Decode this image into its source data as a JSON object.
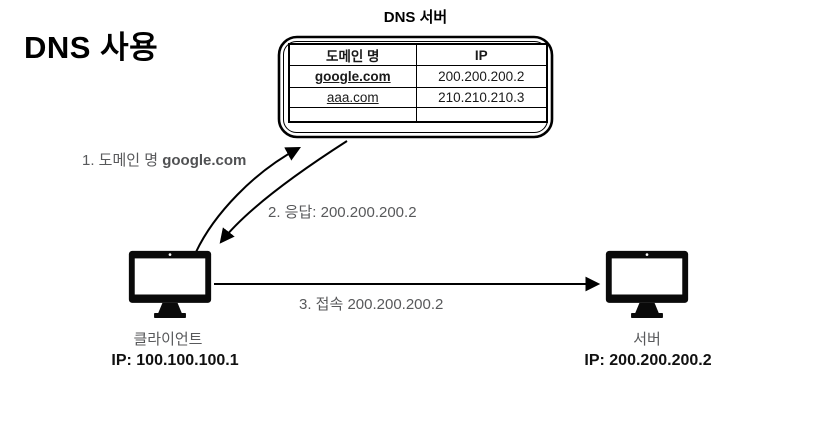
{
  "page": {
    "title": "DNS 사용"
  },
  "dns_server": {
    "label": "DNS 서버",
    "table": {
      "headers": {
        "domain": "도메인 명",
        "ip": "IP"
      },
      "rows": [
        {
          "domain": "google.com",
          "ip": "200.200.200.2"
        },
        {
          "domain": "aaa.com",
          "ip": "210.210.210.3"
        },
        {
          "domain": "",
          "ip": ""
        }
      ]
    }
  },
  "steps": {
    "request": {
      "prefix": "1. 도메인 명",
      "domain": "google.com"
    },
    "response": "2. 응답: 200.200.200.2",
    "connect": "3. 접속 200.200.200.2"
  },
  "client": {
    "label": "클라이언트",
    "ip": "IP: 100.100.100.1"
  },
  "server": {
    "label": "서버",
    "ip": "IP: 200.200.200.2"
  },
  "colors": {
    "line": "#000000",
    "muted_text": "#58595b"
  }
}
